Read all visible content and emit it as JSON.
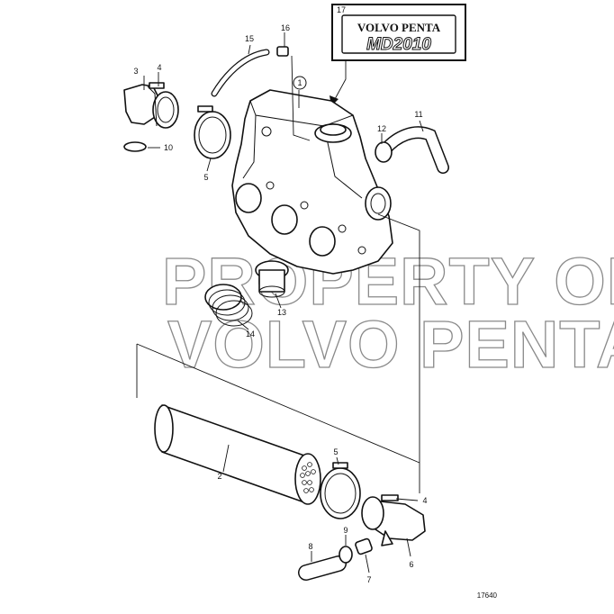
{
  "watermark": {
    "line1": "PROPERTY OF",
    "line2": "VOLVO PENTA"
  },
  "logo": {
    "brand": "VOLVO PENTA",
    "model": "MD2010",
    "label": "17"
  },
  "callouts": {
    "c1": "1",
    "c2": "2",
    "c3": "3",
    "c4a": "4",
    "c4b": "4",
    "c5a": "5",
    "c5b": "5",
    "c6": "6",
    "c7": "7",
    "c8": "8",
    "c9": "9",
    "c10": "10",
    "c11": "11",
    "c12": "12",
    "c13": "13",
    "c14": "14",
    "c15": "15",
    "c16": "16"
  },
  "figure_number": "17640"
}
